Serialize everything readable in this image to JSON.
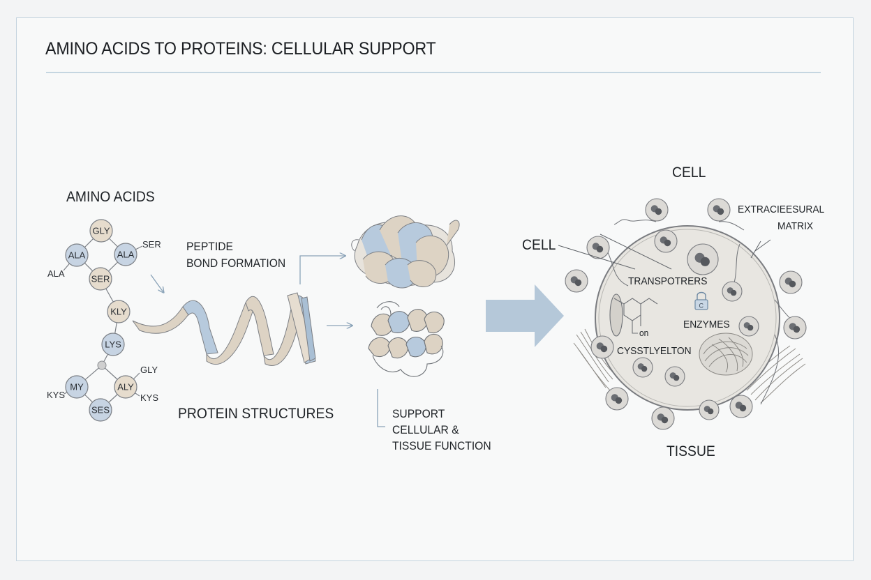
{
  "title": "AMINO ACIDS TO PROTEINS: CELLULAR SUPPORT",
  "labels": {
    "amino_acids": "AMINO ACIDS",
    "peptide_line1": "PEPTIDE",
    "peptide_line2": "BOND FORMATION",
    "protein_structures": "PROTEIN STRUCTURES",
    "support_line1": "SUPPORT",
    "support_line2": "CELLULAR &",
    "support_line3": "TISSUE FUNCTION",
    "cell_top": "CELL",
    "cell_left": "CELL",
    "extra_line1": "EXTRACIEESURAL",
    "extra_line2": "MATRIX",
    "transporters": "TRANSPOTRERS",
    "enzymes": "ENZYMES",
    "cytoskeleton": "CYSSTLYELTON",
    "tissue": "TISSUE",
    "on": "on",
    "lock": "C"
  },
  "amino_nodes": [
    {
      "label": "GLY",
      "color": "#e6dccd"
    },
    {
      "label": "ALA",
      "color": "#c7d4e3"
    },
    {
      "label": "ALA",
      "color": "#c7d4e3"
    },
    {
      "label": "SER",
      "color": "#e6dccd"
    },
    {
      "label": "KLY",
      "color": "#e6dccd"
    },
    {
      "label": "LYS",
      "color": "#c7d4e3"
    },
    {
      "label": "MY",
      "color": "#c7d4e3"
    },
    {
      "label": "ALY",
      "color": "#e6dccd"
    },
    {
      "label": "SES",
      "color": "#c7d4e3"
    }
  ],
  "amino_side_labels": [
    "SER",
    "ALA",
    "GLY",
    "KYS",
    "KYS"
  ],
  "colors": {
    "blue": "#b7cadd",
    "beige": "#ddd3c4",
    "arrow": "#b5c8d9",
    "frame": "#c3d3de",
    "cell_fill": "#e8e6e1",
    "vesicle_fill": "#dcdad6",
    "dot": "#6b6e73"
  }
}
